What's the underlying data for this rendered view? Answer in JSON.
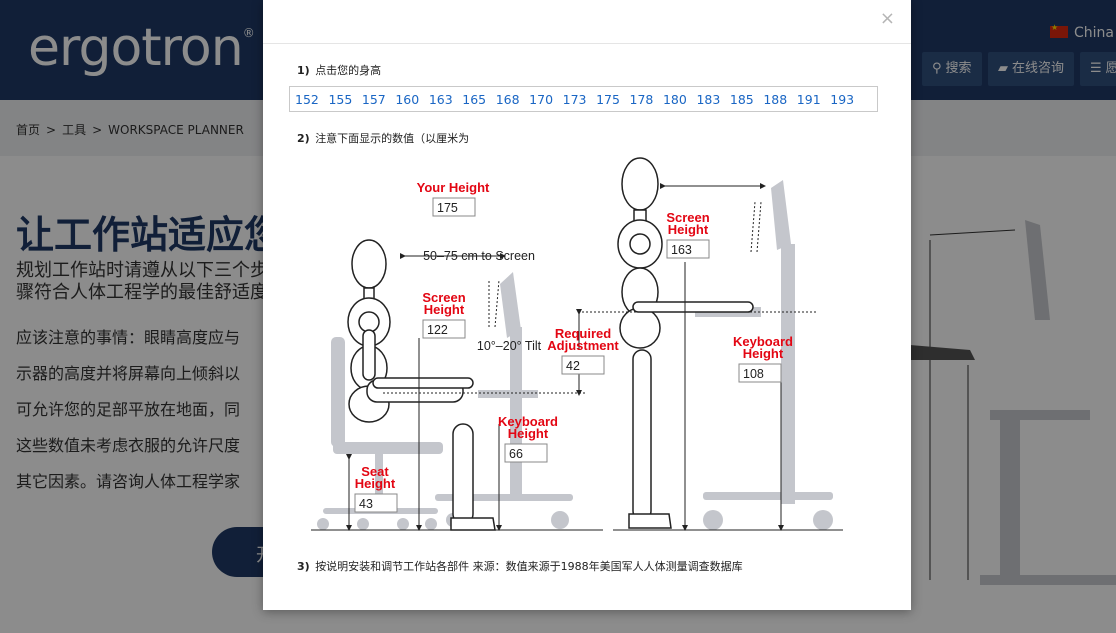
{
  "header": {
    "logo": "ergotron",
    "logo_mark": "®",
    "region": "China",
    "buttons": [
      {
        "icon": "search-icon",
        "label": "搜索"
      },
      {
        "icon": "chat-icon",
        "label": "在线咨询"
      },
      {
        "icon": "list-icon",
        "label": "愿"
      }
    ]
  },
  "breadcrumb": [
    "首页",
    ">",
    "工具",
    ">",
    "WORKSPACE PLANNER"
  ],
  "page": {
    "title": "让工作站适应您",
    "intro": "规划工作站时请遵从以下三个步骤符合人体工程学的最佳舒适度",
    "lines": [
      "应该注意的事情：眼睛高度应与",
      "示器的高度并将屏幕向上倾斜以",
      "可允许您的足部平放在地面，同",
      "这些数值未考虑衣服的允许尺度",
      "其它因素。请咨询人体工程学家"
    ],
    "cta_label": "开"
  },
  "modal": {
    "close": "×",
    "step1": {
      "num": "1)",
      "text": "点击您的身高"
    },
    "heights": [
      "152",
      "155",
      "157",
      "160",
      "163",
      "165",
      "168",
      "170",
      "173",
      "175",
      "178",
      "180",
      "183",
      "185",
      "188",
      "191",
      "193"
    ],
    "step2": {
      "num": "2)",
      "text": "注意下面显示的数值（以厘米为"
    },
    "step3": {
      "num": "3)",
      "text": "按说明安装和调节工作站各部件 来源：数值来源于1988年美国军人人体测量调查数据库"
    },
    "diagram": {
      "your_height": {
        "label": "Your Height",
        "value": "175"
      },
      "distance": "50–75 cm to Screen",
      "tilt": "10°–20° Tilt",
      "sit_screen": {
        "label1": "Screen",
        "label2": "Height",
        "value": "122"
      },
      "seat": {
        "label1": "Seat",
        "label2": "Height",
        "value": "43"
      },
      "sit_keyboard": {
        "label1": "Keyboard",
        "label2": "Height",
        "value": "66"
      },
      "adjust": {
        "label1": "Required",
        "label2": "Adjustment",
        "value": "42"
      },
      "stand_screen": {
        "label1": "Screen",
        "label2": "Height",
        "value": "163"
      },
      "stand_keyboard": {
        "label1": "Keyboard",
        "label2": "Height",
        "value": "108"
      }
    }
  }
}
